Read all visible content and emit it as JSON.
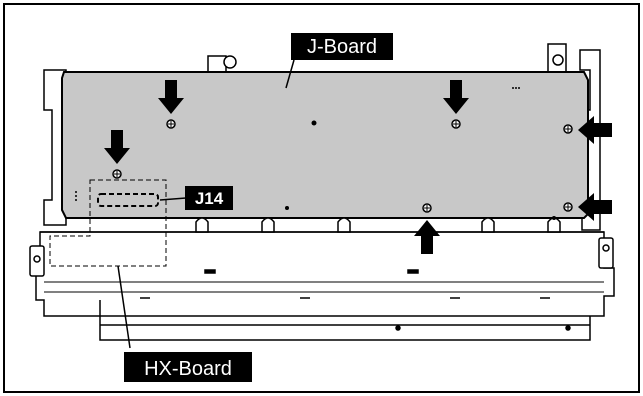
{
  "labels": {
    "j_board": "J-Board",
    "j14": "J14",
    "hx_board": "HX-Board"
  },
  "colors": {
    "board_fill": "#c8c8c8",
    "label_bg": "#000000",
    "label_text": "#ffffff",
    "line": "#000000"
  },
  "icons": {
    "screw": "screw-icon",
    "arrow": "arrow-icon"
  }
}
